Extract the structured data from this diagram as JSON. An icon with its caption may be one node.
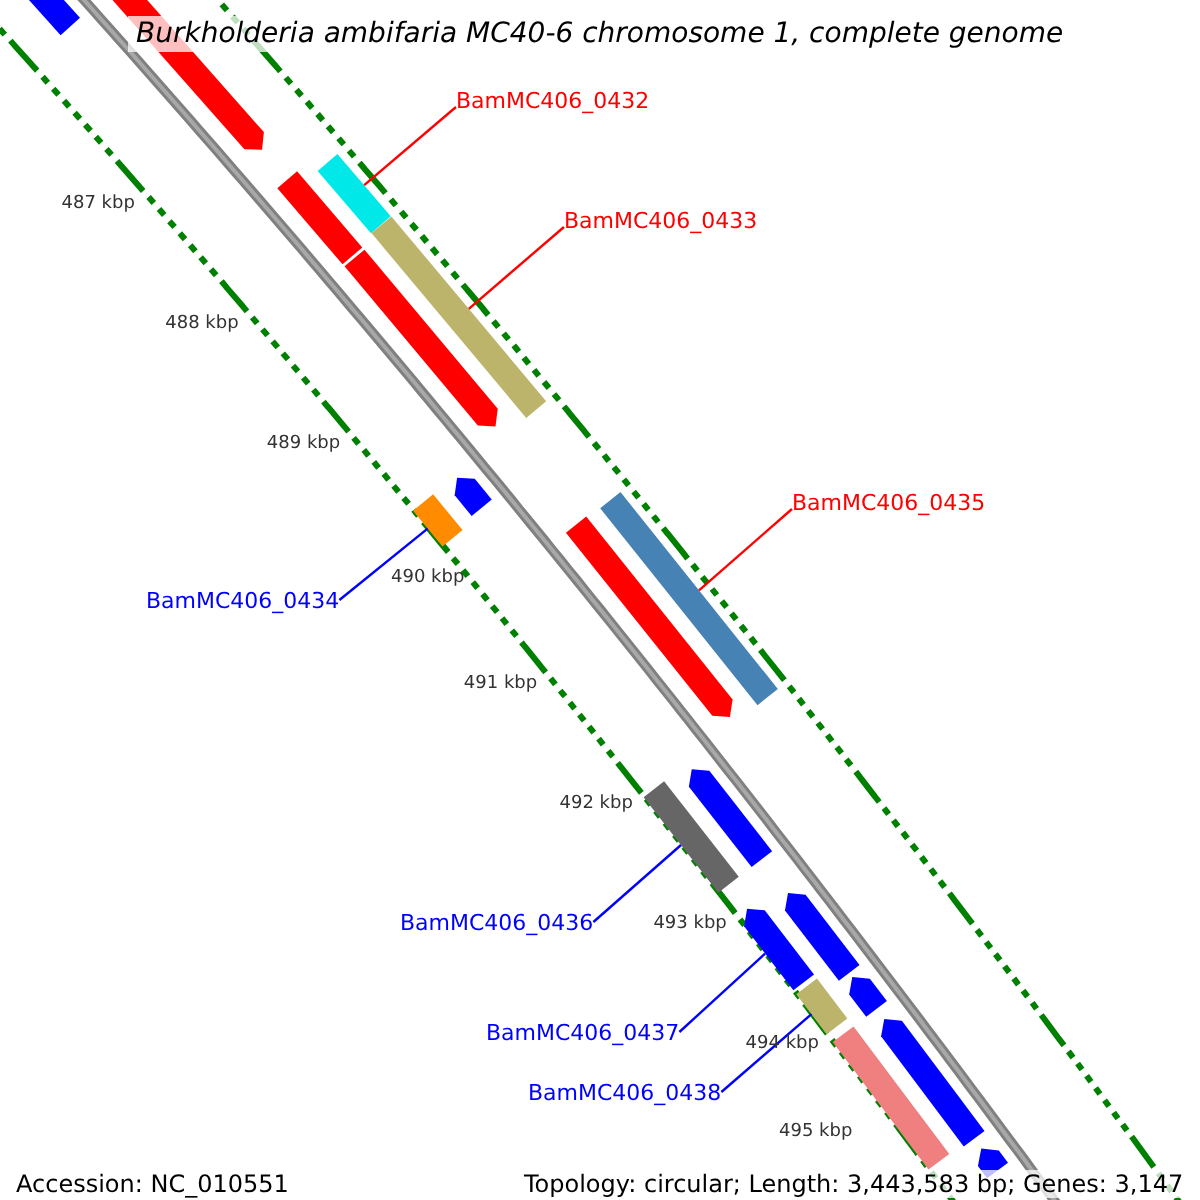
{
  "diagram": {
    "title": "Burkholderia ambifaria MC40-6 chromosome 1, complete genome",
    "nodes": [
      {
        "text": [
          "BamMC406_0432"
        ]
      },
      {
        "text": [],
        "shape": "bar"
      },
      {
        "text": [
          "BamMC406_0433"
        ]
      },
      {
        "text": [],
        "shape": "bar"
      },
      {
        "text": [
          "BamMC406_0435"
        ]
      },
      {
        "text": [],
        "shape": "bar"
      },
      {
        "text": [
          "BamMC406_0434"
        ]
      },
      {
        "text": [],
        "shape": "bar"
      },
      {
        "text": [
          "BamMC406_0436"
        ]
      },
      {
        "text": [],
        "shape": "bar"
      },
      {
        "text": [
          "BamMC406_0437"
        ]
      },
      {
        "text": [],
        "shape": "bar"
      },
      {
        "text": [
          "BamMC406_0438"
        ]
      },
      {
        "text": [],
        "shape": "bar"
      },
      {
        "text": [],
        "shape": "bar"
      },
      {
        "text": [],
        "shape": "bar"
      },
      {
        "text": [],
        "shape": "bar"
      },
      {
        "text": [],
        "shape": "bar"
      },
      {
        "text": [],
        "shape": "bar"
      },
      {
        "text": [],
        "shape": "bar"
      },
      {
        "text": [],
        "shape": "bar"
      },
      {
        "text": [],
        "shape": "bar"
      },
      {
        "text": [],
        "shape": "bar"
      },
      {
        "text": [],
        "shape": "bar"
      },
      {
        "text": [],
        "shape": "bar"
      },
      {
        "text": [],
        "shape": "bar"
      }
    ],
    "edges": [
      {
        "from": 0,
        "to": 1,
        "arrow": "none",
        "color": "#ff0000"
      },
      {
        "from": 2,
        "to": 3,
        "arrow": "none",
        "color": "#ff0000"
      },
      {
        "from": 4,
        "to": 5,
        "arrow": "none",
        "color": "#ff0000"
      },
      {
        "from": 6,
        "to": 7,
        "arrow": "none"
      },
      {
        "from": 8,
        "to": 9,
        "arrow": "none"
      },
      {
        "from": 10,
        "to": 11,
        "arrow": "none"
      },
      {
        "from": 12,
        "to": 13,
        "arrow": "none"
      }
    ],
    "labels": [
      "487 kbp",
      "488 kbp",
      "489 kbp",
      "490 kbp",
      "491 kbp",
      "492 kbp",
      "493 kbp",
      "494 kbp",
      "495 kbp",
      "Accession: NC_010551",
      "Topology: circular; Length: 3,443,583 bp; Genes: 3,147"
    ]
  }
}
